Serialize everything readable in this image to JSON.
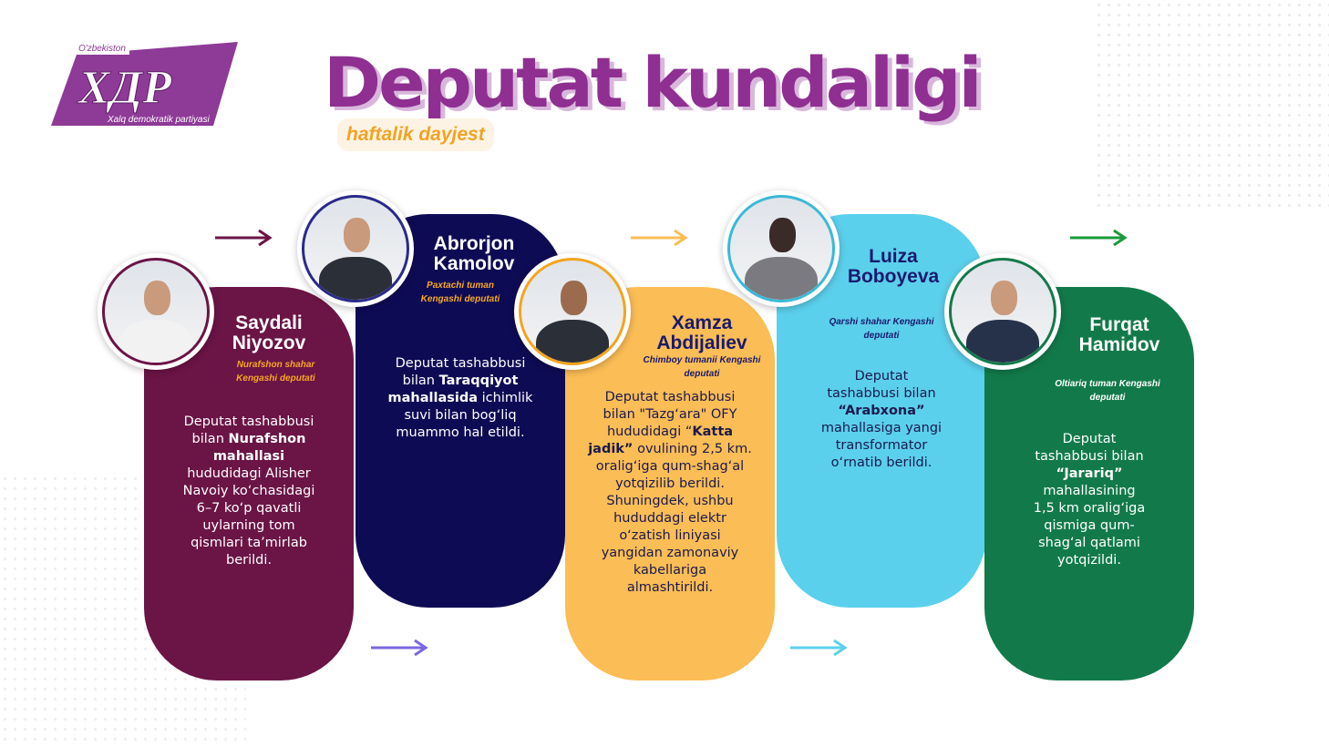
{
  "logo": {
    "top": "O'zbekiston",
    "mark": "XДP",
    "bottom": "Xalq demokratik partiyasi",
    "color": "#8e3a97"
  },
  "header": {
    "title": "Deputat kundaligi",
    "subtitle": "haftalik dayjest"
  },
  "colors": {
    "maroon": "#6b1446",
    "navy": "#0e0b55",
    "yellow": "#fbbd55",
    "cyan": "#5bd0ec",
    "green": "#127a4a"
  },
  "deputies": [
    {
      "name": "Saydali\nNiyozov",
      "role": "Nurafshon shahar\nKengashi deputati",
      "desc": [
        "Deputat tashabbusi\nbilan ",
        "Nurafshon\nmahallasi",
        "\nhududidagi Alisher\nNavoiy ko‘chasidagi\n6–7  ko‘p qavatli\nuylarning tom\nqismlari ta’mirlab\nberildi."
      ]
    },
    {
      "name": "Abrorjon\nKamolov",
      "role": "Paxtachi tuman\nKengashi deputati",
      "desc": [
        "Deputat tashabbusi\nbilan ",
        "Taraqqiyot\nmahallasida",
        " ichimlik\nsuvi bilan bog‘liq\nmuammo  hal etildi."
      ]
    },
    {
      "name": "Xamza\nAbdijaliev",
      "role": "Chimboy tumanii Kengashi\ndeputati",
      "desc": [
        "Deputat tashabbusi\nbilan \"Tazg‘ara\" OFY\nhududidagi “",
        "Katta\njadik”",
        " ovulining 2,5 km.\noralig‘iga qum-shag‘al\nyotqizilib berildi.\nShuningdek, ushbu\nhududdagi elektr\no‘zatish liniyasi\nyangidan zamonaviy\nkabellariga\nalmashtirildi."
      ]
    },
    {
      "name": "Luiza\nBoboyeva",
      "role": "Qarshi shahar  Kengashi\ndeputati",
      "desc": [
        "Deputat\ntashabbusi bilan\n",
        "“Arabxona”",
        "\nmahallasiga yangi\ntransformator\no‘rnatib berildi."
      ]
    },
    {
      "name": "Furqat\nHamidov",
      "role": "Oltiariq tuman Kengashi\ndeputati",
      "desc": [
        "Deputat\ntashabbusi bilan\n",
        "“Jarariq”",
        "\nmahallasining\n1,5 km oralig‘iga\nqismiga qum-\nshag‘al qatlami\nyotqizildi."
      ]
    }
  ]
}
